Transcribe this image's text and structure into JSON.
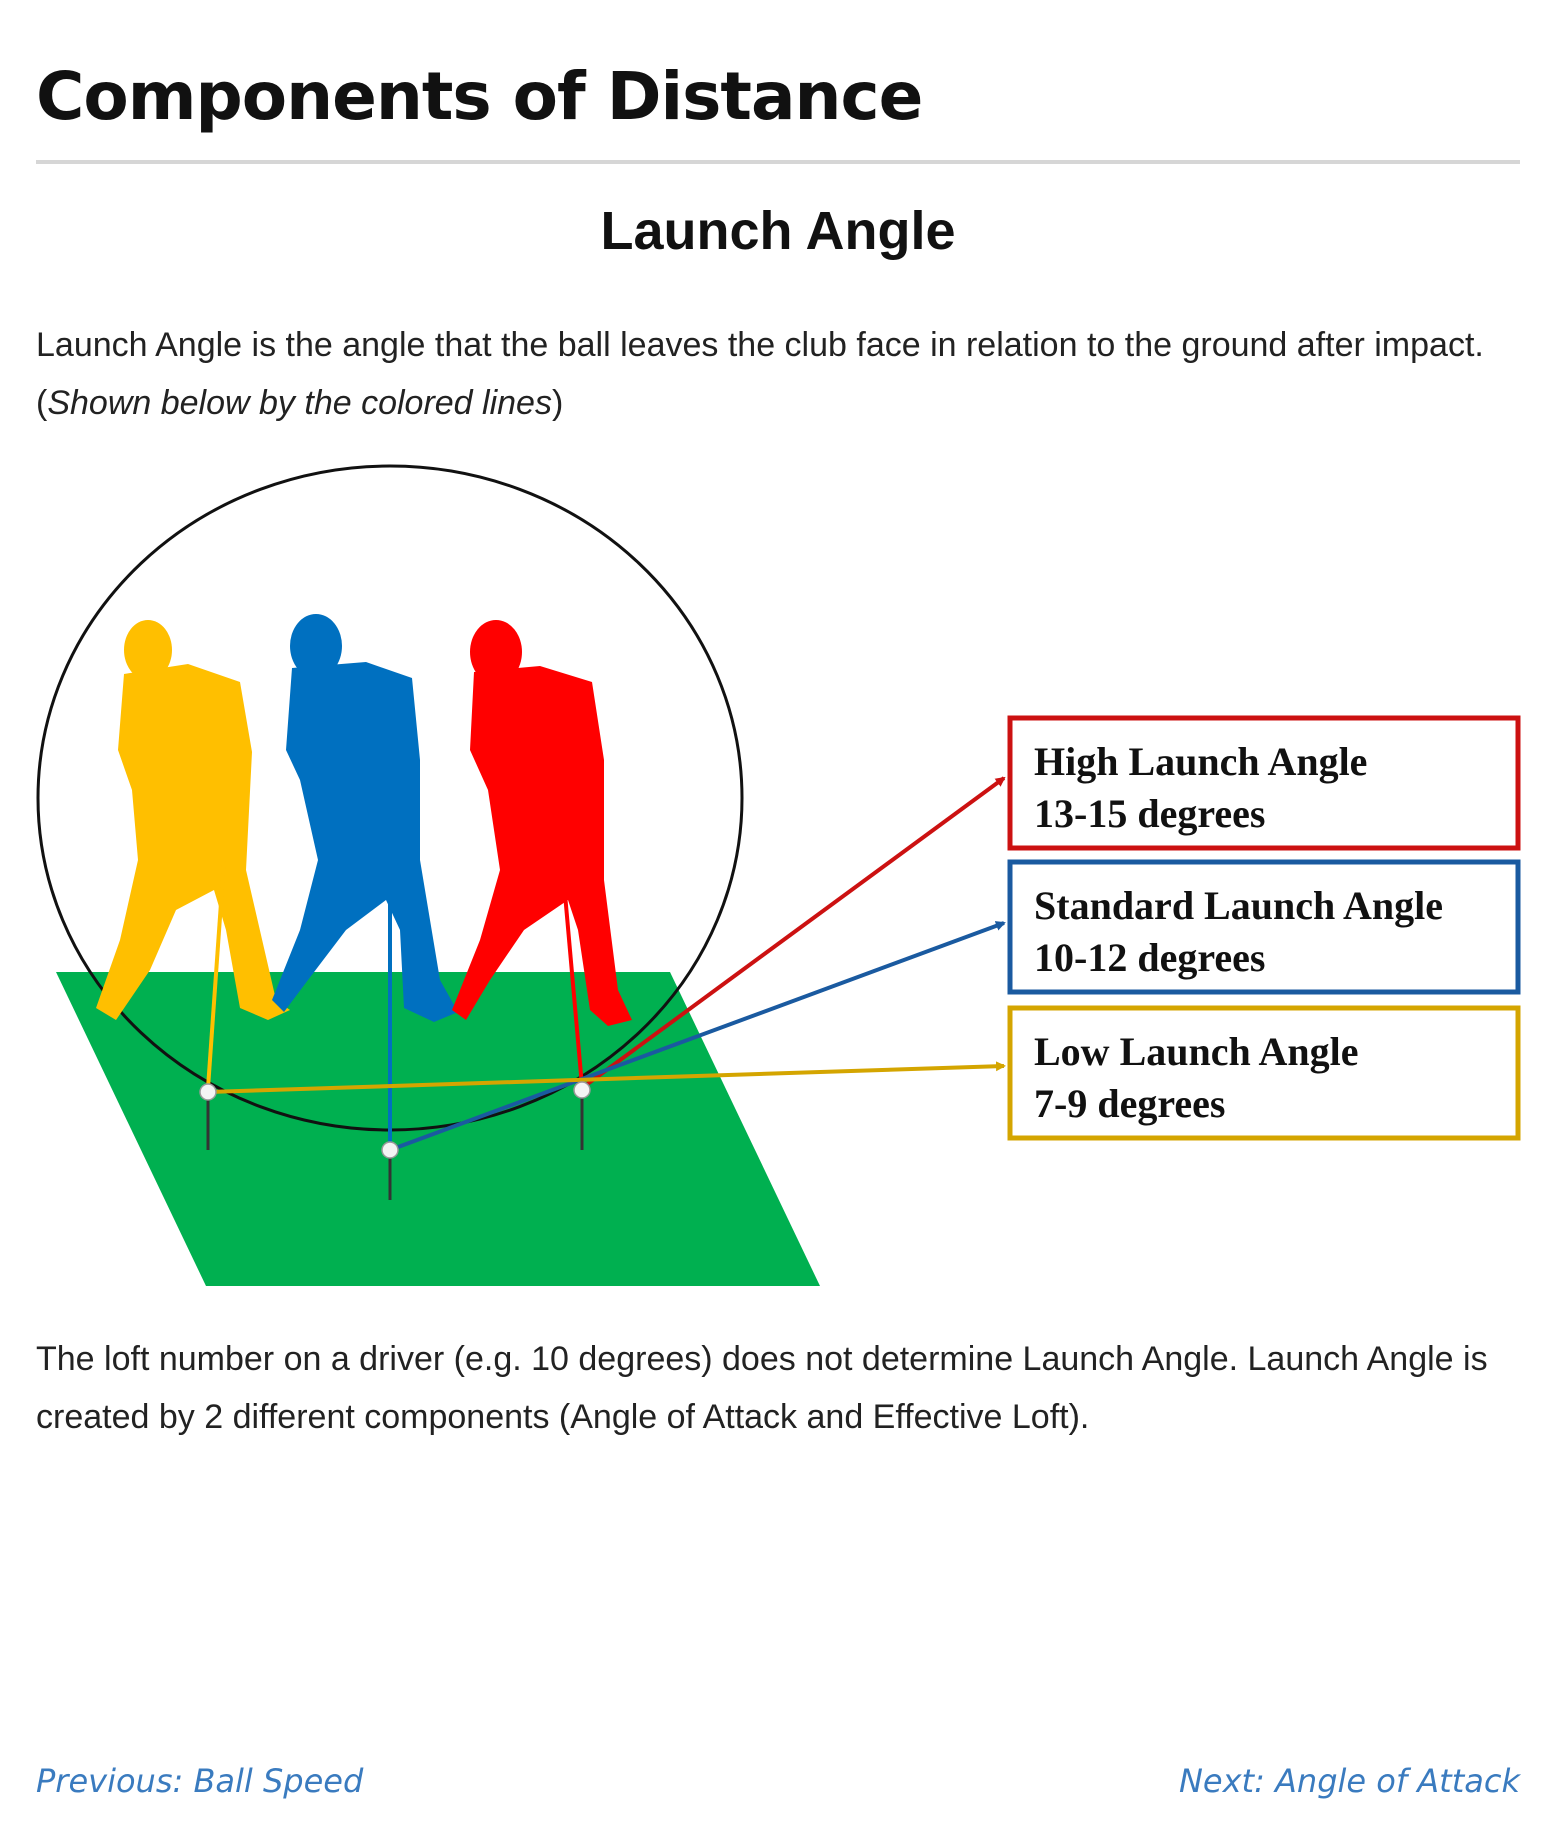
{
  "page_title": "Components of Distance",
  "section_title": "Launch Angle",
  "intro": {
    "text_before": "Launch Angle is the angle that the ball leaves the club face in relation to the ground after impact. (",
    "emphasis": "Shown below by the colored lines",
    "text_after": ")"
  },
  "diagram": {
    "labels": [
      {
        "title": "High Launch Angle",
        "range": "13-15 degrees",
        "color": "#cc1111"
      },
      {
        "title": "Standard Launch Angle",
        "range": "10-12 degrees",
        "color": "#1a5aa0"
      },
      {
        "title": "Low Launch Angle",
        "range": "7-9 degrees",
        "color": "#d4a500"
      }
    ],
    "golfer_colors": [
      "#ffbf00",
      "#0070c0",
      "#ff0000"
    ],
    "ground_color": "#00b050"
  },
  "outro": "The loft number on a driver (e.g. 10 degrees) does not determine Launch Angle.  Launch Angle is created by 2 different components (Angle of Attack and Effective Loft).",
  "nav": {
    "previous": "Previous: Ball Speed",
    "next": "Next: Angle of Attack"
  }
}
